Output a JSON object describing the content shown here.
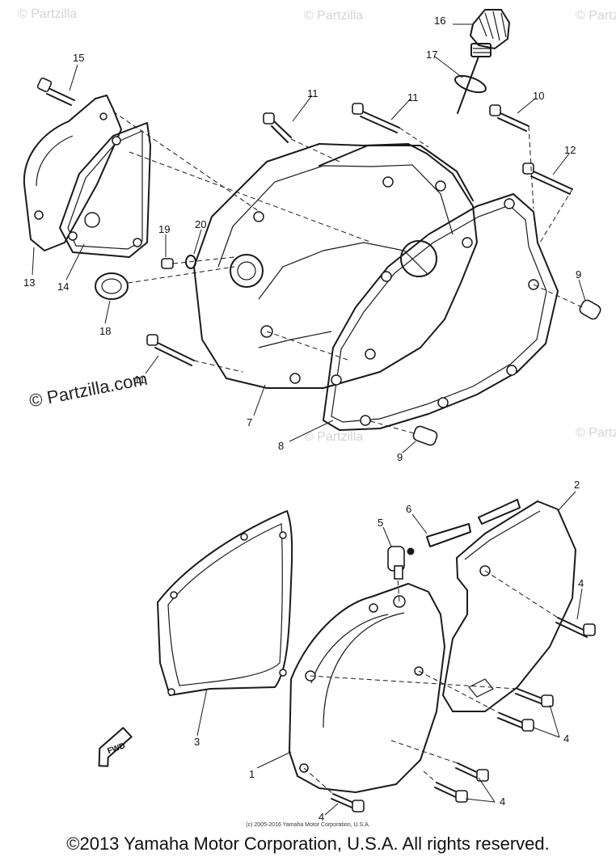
{
  "watermarks": {
    "main": "© Partzilla.com",
    "faint": "© Partzilla"
  },
  "diagram": {
    "callouts": [
      {
        "id": "c15",
        "label": "15"
      },
      {
        "id": "c16",
        "label": "16"
      },
      {
        "id": "c17",
        "label": "17"
      },
      {
        "id": "c11a",
        "label": "11"
      },
      {
        "id": "c11b",
        "label": "11"
      },
      {
        "id": "c10",
        "label": "10"
      },
      {
        "id": "c12",
        "label": "12"
      },
      {
        "id": "c19",
        "label": "19"
      },
      {
        "id": "c20",
        "label": "20"
      },
      {
        "id": "c13",
        "label": "13"
      },
      {
        "id": "c14",
        "label": "14"
      },
      {
        "id": "c18",
        "label": "18"
      },
      {
        "id": "c9a",
        "label": "9"
      },
      {
        "id": "c11c",
        "label": "11"
      },
      {
        "id": "c7",
        "label": "7"
      },
      {
        "id": "c8",
        "label": "8"
      },
      {
        "id": "c9b",
        "label": "9"
      },
      {
        "id": "c2",
        "label": "2"
      },
      {
        "id": "c6",
        "label": "6"
      },
      {
        "id": "c5",
        "label": "5"
      },
      {
        "id": "c4a",
        "label": "4"
      },
      {
        "id": "c3",
        "label": "3"
      },
      {
        "id": "c4b",
        "label": "4"
      },
      {
        "id": "c1",
        "label": "1"
      },
      {
        "id": "c4c",
        "label": "4"
      },
      {
        "id": "c4d",
        "label": "4"
      }
    ],
    "fwd_mark": "FWD"
  },
  "footer": {
    "small_credit": "(c) 2005-2016 Yamaha Motor Corporation, U.S.A.",
    "copyright": "©2013 Yamaha Motor Corporation, U.S.A. All rights reserved."
  }
}
